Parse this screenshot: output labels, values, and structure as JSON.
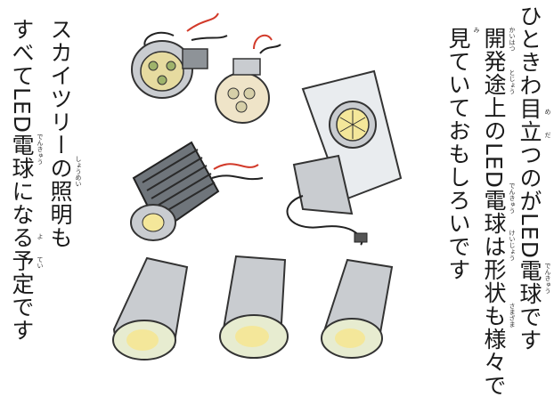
{
  "right_caption": {
    "lines": [
      "ひときわ目立つのがLED電球です",
      "開発途上のLED電球は形状も様々で",
      "見ていておもしろいです"
    ],
    "furigana": [
      "め",
      "だ",
      "でんきゅう",
      "かいはつ",
      "とじょう",
      "でんきゅう",
      "けいじょう",
      "さまざま",
      "み"
    ]
  },
  "left_caption": {
    "lines": [
      "スカイツリーの照明も",
      "すべてLED電球になる予定です"
    ],
    "furigana": [
      "しょうめい",
      "でんきゅう",
      "よ",
      "てい"
    ]
  },
  "illustration": {
    "items": [
      "led-socket-bulb-large",
      "led-socket-bulb-small",
      "led-heatsink-module",
      "led-panel-lamp-with-cord",
      "led-spotlight-bulb-1",
      "led-spotlight-bulb-2",
      "led-spotlight-bulb-3"
    ],
    "colors": {
      "metal": "#c9ccd0",
      "metal_dark": "#8e9398",
      "led_yellow": "#f4e79a",
      "wire_red": "#d23a2a",
      "wire_black": "#222222",
      "base_cream": "#efe4c8"
    }
  }
}
